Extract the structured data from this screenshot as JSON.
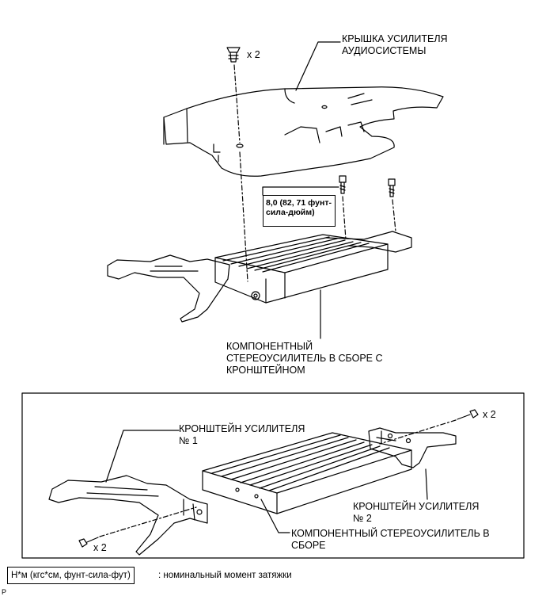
{
  "top": {
    "cover_label": [
      "КРЫШКА УСИЛИТЕЛЯ",
      "АУДИОСИСТЕМЫ"
    ],
    "clip_qty": "x 2",
    "torque": [
      "8,0 (82, 71 фунт-",
      "сила-дюйм)"
    ],
    "amp_assembly_label": [
      "КОМПОНЕНТНЫЙ",
      "СТЕРЕОУСИЛИТЕЛЬ В СБОРЕ С",
      "КРОНШТЕЙНОМ"
    ]
  },
  "detail": {
    "bracket1_label": [
      "КРОНШТЕЙН УСИЛИТЕЛЯ",
      "№ 1"
    ],
    "bracket2_label": [
      "КРОНШТЕЙН УСИЛИТЕЛЯ",
      "№ 2"
    ],
    "amp_label": [
      "КОМПОНЕНТНЫЙ СТЕРЕОУСИЛИТЕЛЬ В",
      "СБОРЕ"
    ],
    "screw_qty_right": "x 2",
    "screw_qty_left": "x 2"
  },
  "legend": {
    "unit": "Н*м (кгс*см, фунт-сила-фут)",
    "description": ": номинальный момент затяжки"
  },
  "corner_mark": "P"
}
